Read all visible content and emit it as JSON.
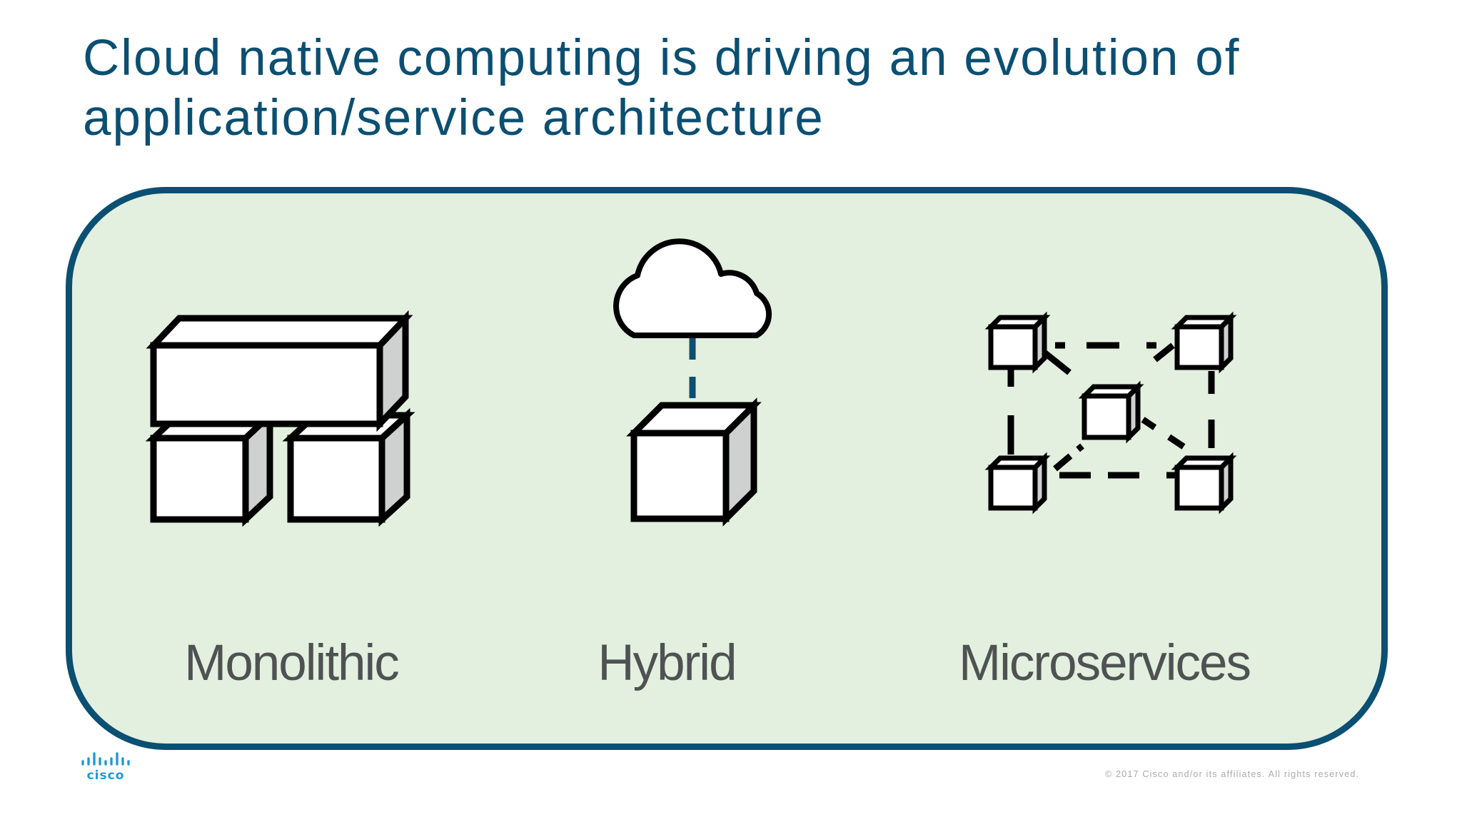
{
  "slide": {
    "title_lines": [
      "Cloud native computing is driving an evolution of",
      "application/service architecture"
    ]
  },
  "architectures": [
    {
      "label": "Monolithic",
      "icon": "monolithic-blocks-icon"
    },
    {
      "label": "Hybrid",
      "icon": "cloud-and-cube-icon"
    },
    {
      "label": "Microservices",
      "icon": "connected-cubes-icon"
    }
  ],
  "footer": {
    "copyright": "© 2017 Cisco and/or its affiliates. All rights reserved.",
    "logo_text": "cisco",
    "logo_icon": "cisco-logo-icon"
  },
  "colors": {
    "title": "#0b4f72",
    "panel_border": "#0b4f72",
    "panel_fill": "#e3f0df",
    "label": "#4f5252",
    "icon_stroke": "#000000",
    "cube_side": "#cfd0d0",
    "connector": "#0b4f72",
    "logo": "#1f9ad6"
  }
}
